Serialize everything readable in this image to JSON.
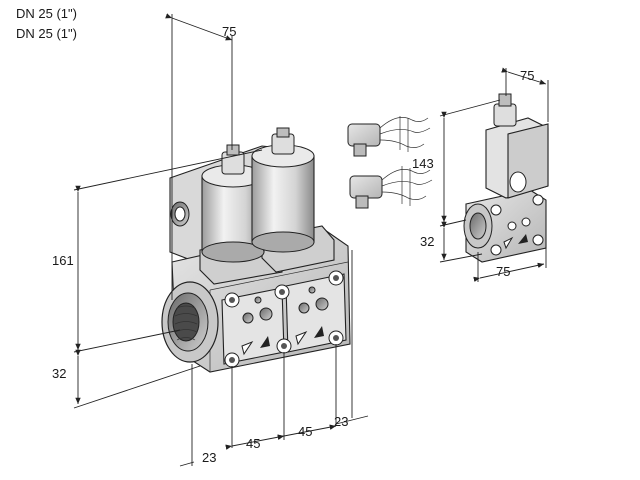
{
  "titles": [
    "DN 25 (1\")",
    "DN 25 (1\")"
  ],
  "dimensions": {
    "top_width": "75",
    "height_total": "161",
    "flange_height": "32",
    "offset_left": "23",
    "spacing_1": "45",
    "spacing_2": "45",
    "offset_right": "23",
    "single_width_top": "75",
    "single_height": "143",
    "single_flange": "32",
    "single_width_bottom": "75"
  }
}
